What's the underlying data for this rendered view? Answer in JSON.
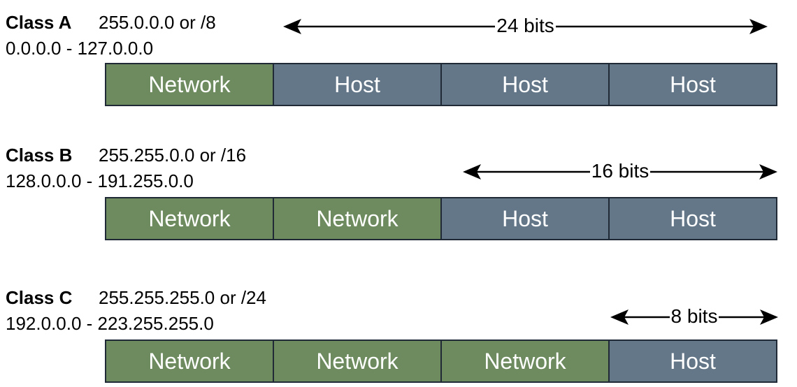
{
  "colors": {
    "network": "#6d8b5f",
    "host": "#647789",
    "border": "#1f2a36",
    "text": "#000000"
  },
  "classes": [
    {
      "name": "Class A",
      "mask": "255.0.0.0 or /8",
      "range": "0.0.0.0 - 127.0.0.0",
      "bits": "24 bits",
      "octets": [
        "Network",
        "Host",
        "Host",
        "Host"
      ]
    },
    {
      "name": "Class B",
      "mask": "255.255.0.0 or /16",
      "range": "128.0.0.0 - 191.255.0.0",
      "bits": "16 bits",
      "octets": [
        "Network",
        "Network",
        "Host",
        "Host"
      ]
    },
    {
      "name": "Class C",
      "mask": "255.255.255.0 or /24",
      "range": "192.0.0.0 - 223.255.255.0",
      "bits": "8 bits",
      "octets": [
        "Network",
        "Network",
        "Network",
        "Host"
      ]
    }
  ]
}
